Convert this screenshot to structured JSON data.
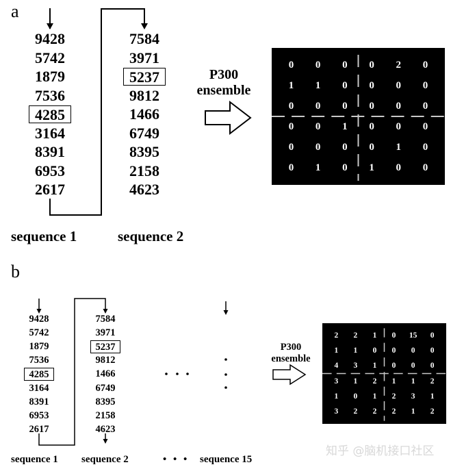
{
  "panel_a": {
    "label": "a",
    "sequence_1": {
      "label": "sequence 1",
      "numbers": [
        "9428",
        "5742",
        "1879",
        "7536",
        "4285",
        "3164",
        "8391",
        "6953",
        "2617"
      ],
      "boxed_index": 4
    },
    "sequence_2": {
      "label": "sequence 2",
      "numbers": [
        "7584",
        "3971",
        "5237",
        "9812",
        "1466",
        "6749",
        "8395",
        "2158",
        "4623"
      ],
      "boxed_index": 2
    },
    "ensemble_label_line1": "P300",
    "ensemble_label_line2": "ensemble",
    "matrix": [
      [
        0,
        0,
        0,
        0,
        2,
        0
      ],
      [
        1,
        1,
        0,
        0,
        0,
        0
      ],
      [
        0,
        0,
        0,
        0,
        0,
        0
      ],
      [
        0,
        0,
        1,
        0,
        0,
        0
      ],
      [
        0,
        0,
        0,
        0,
        1,
        0
      ],
      [
        0,
        1,
        0,
        1,
        0,
        0
      ]
    ]
  },
  "panel_b": {
    "label": "b",
    "sequence_1": {
      "label": "sequence 1",
      "numbers": [
        "9428",
        "5742",
        "1879",
        "7536",
        "4285",
        "3164",
        "8391",
        "6953",
        "2617"
      ],
      "boxed_index": 4
    },
    "sequence_2": {
      "label": "sequence 2",
      "numbers": [
        "7584",
        "3971",
        "5237",
        "9812",
        "1466",
        "6749",
        "8395",
        "2158",
        "4623"
      ],
      "boxed_index": 2
    },
    "ellipsis_label": "• • •",
    "sequence_15_label": "sequence 15",
    "ensemble_label_line1": "P300",
    "ensemble_label_line2": "ensemble",
    "matrix": [
      [
        2,
        2,
        1,
        0,
        15,
        0
      ],
      [
        1,
        1,
        0,
        0,
        0,
        0
      ],
      [
        4,
        3,
        1,
        0,
        0,
        0
      ],
      [
        3,
        1,
        2,
        1,
        1,
        2
      ],
      [
        1,
        0,
        1,
        2,
        3,
        1
      ],
      [
        3,
        2,
        2,
        2,
        1,
        2
      ]
    ]
  },
  "watermark": "知乎 @脑机接口社区"
}
